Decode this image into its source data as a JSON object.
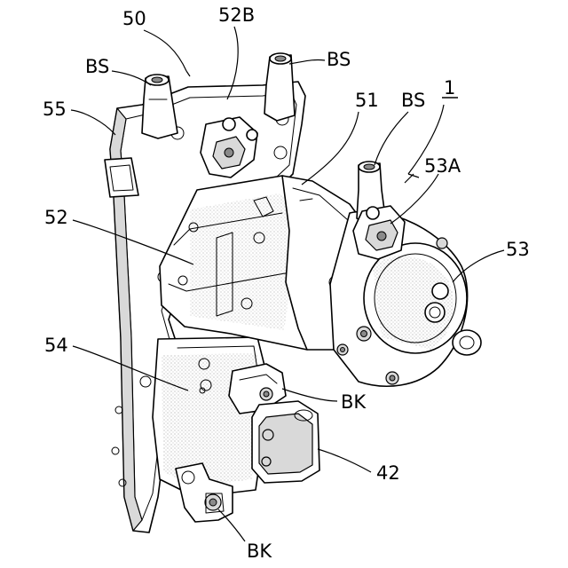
{
  "labels": {
    "l50": "50",
    "l52B": "52B",
    "lBS_tl": "BS",
    "lBS_tr": "BS",
    "l55": "55",
    "l51": "51",
    "lBS_mid": "BS",
    "l1": "1",
    "l53A": "53A",
    "l52": "52",
    "l53": "53",
    "l54": "54",
    "lBK_mid": "BK",
    "l42": "42",
    "lBK_bot": "BK"
  }
}
